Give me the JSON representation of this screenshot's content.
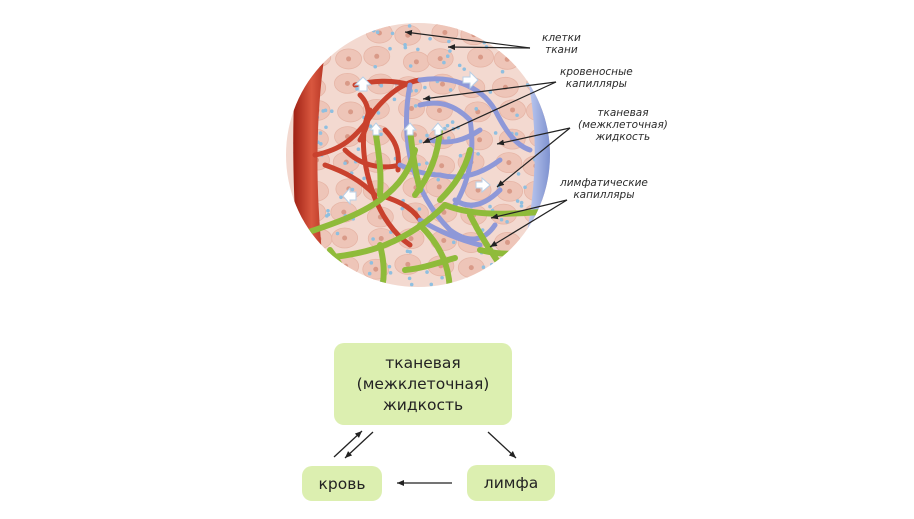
{
  "illustration": {
    "subject": "tissue-capillaries-cross-section",
    "colors": {
      "tissue": "#f3d9d0",
      "cell": "#eec5b8",
      "droplet": "#8fbfe0",
      "artery": "#c2392a",
      "vein": "#8c9bd6",
      "lymph": "#8fbb3a",
      "outer_artery": "#b32a1c",
      "outer_vein": "#7a8fd0"
    },
    "callouts": [
      {
        "id": "tissue-cells",
        "lines": [
          "клетки",
          "ткани"
        ]
      },
      {
        "id": "blood-capillaries",
        "lines": [
          "кровеносные",
          "капилляры"
        ]
      },
      {
        "id": "interstitial-fluid",
        "lines": [
          "тканевая",
          "(межклеточная)",
          "жидкость"
        ]
      },
      {
        "id": "lymph-capillaries",
        "lines": [
          "лимфатические",
          "капилляры"
        ]
      }
    ]
  },
  "flow": {
    "fluid": {
      "lines": [
        "тканевая",
        "(межклеточная)",
        "жидкость"
      ]
    },
    "blood": {
      "label": "кровь"
    },
    "lymph": {
      "label": "лимфа"
    },
    "box_color": "#dcefb0",
    "arrows": [
      {
        "from": "blood",
        "to": "fluid"
      },
      {
        "from": "fluid",
        "to": "blood"
      },
      {
        "from": "fluid",
        "to": "lymph"
      },
      {
        "from": "lymph",
        "to": "blood"
      }
    ]
  }
}
